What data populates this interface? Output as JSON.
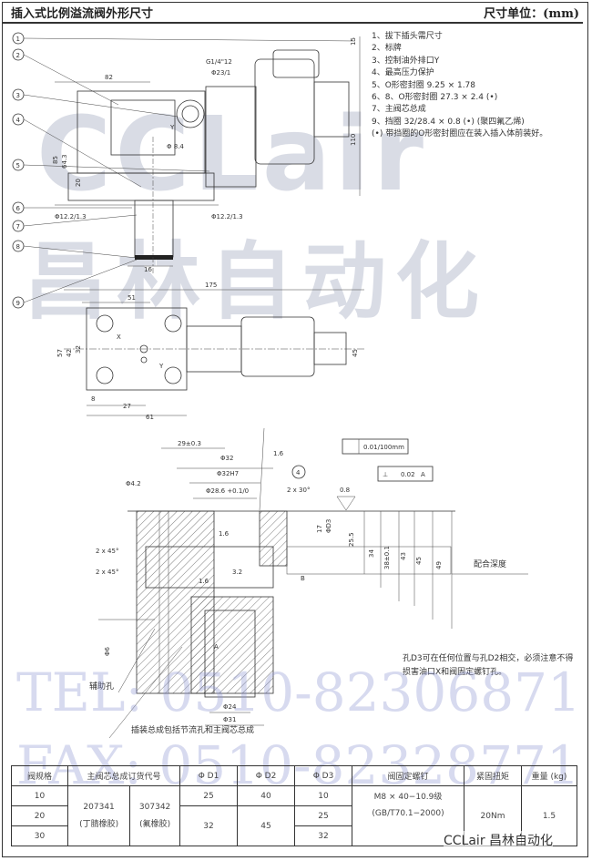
{
  "header": {
    "title": "插入式比例溢流阀外形尺寸",
    "unit": "尺寸单位：(mm)"
  },
  "notes": [
    "1、拔下插头需尺寸",
    "2、标牌",
    "3、控制油外排口Y",
    "4、最高压力保护",
    "5、O形密封圈 9.25 × 1.78",
    "6、8、O形密封圈 27.3 × 2.4 (•)",
    "7、主阀芯总成",
    "9、挡圈 32/28.4 × 0.8 (•) (聚四氟乙烯)",
    "(•) 带挡圈的O形密封圈应在装入插入体前装好。"
  ],
  "callouts": [
    "1",
    "2",
    "3",
    "4",
    "5",
    "6",
    "7",
    "8",
    "9"
  ],
  "top_view_dims": {
    "d82": "82",
    "g14": "G1/4\"12",
    "d23": "Φ23/1",
    "y": "Y",
    "d8_4": "Φ 8.4",
    "d12_left": "Φ12.2/1.3",
    "d12_right": "Φ12.2/1.3",
    "d16": "16",
    "d85": "85",
    "d64": "64.3",
    "d20": "20",
    "d15": "15",
    "d110": "110"
  },
  "mid_view_dims": {
    "d175": "175",
    "d51": "51",
    "d57": "57",
    "d42": "42",
    "d32": "32",
    "d8": "8",
    "d27": "27",
    "d61": "61",
    "d45": "45",
    "x": "X",
    "y": "Y"
  },
  "section_dims": {
    "d29": "29±0.3",
    "d32": "Φ32",
    "d32h7": "Φ32H7",
    "d28": "Φ28.6 +0.1/0",
    "d4_2": "Φ4.2",
    "c2x30": "2 x 30°",
    "flatness": "0.01/100mm",
    "perp": "0.02",
    "datum": "A",
    "rough08": "0.8",
    "rough16a": "1.6",
    "rough16b": "1.6",
    "rough16c": "1.6",
    "rough32": "3.2",
    "c2x45a": "2 x 45°",
    "c2x45b": "2 x 45°",
    "d6": "Φ6",
    "d24": "Φ24",
    "d31": "Φ31",
    "v17": "17",
    "vd3": "ΦD3",
    "v25_5": "25.5",
    "v34": "34",
    "v38": "38±0.1",
    "v43": "43",
    "v45": "45",
    "v49": "49",
    "port_a": "A",
    "port_b": "B",
    "circle4": "4"
  },
  "labels": {
    "fit_depth": "配合深度",
    "aux_hole": "辅助孔",
    "assembly": "插装总成包括节流孔和主阀芯总成",
    "d3_note": "孔D3可在任何位置与孔D2相交，必须注意不得损害油口X和阀固定螺钉孔。"
  },
  "watermark": {
    "logo": "CCLair",
    "cn": "昌林自动化",
    "tel": "TEL: 0510-82306871",
    "fax": "FAX: 0510-82328771"
  },
  "table": {
    "headers": [
      "阀规格",
      "主阀芯总成订货代号",
      "Φ D1",
      "Φ D2",
      "Φ D3",
      "阀固定螺钉",
      "紧固扭矩",
      "重量 (kg)"
    ],
    "sizes": [
      "10",
      "20",
      "30"
    ],
    "code1": "207341",
    "code1_note": "(丁腈橡胶)",
    "code2": "307342",
    "code2_note": "(氟橡胶)",
    "d1": [
      "25",
      "32"
    ],
    "d2": [
      "40",
      "45"
    ],
    "d3": [
      "10",
      "25",
      "32"
    ],
    "screw": "M8 × 40−10.9级",
    "screw_std": "(GB/T70.1−2000)",
    "torque": "20Nm",
    "weight": "1.5"
  },
  "brand": "CCLair 昌林自动化"
}
